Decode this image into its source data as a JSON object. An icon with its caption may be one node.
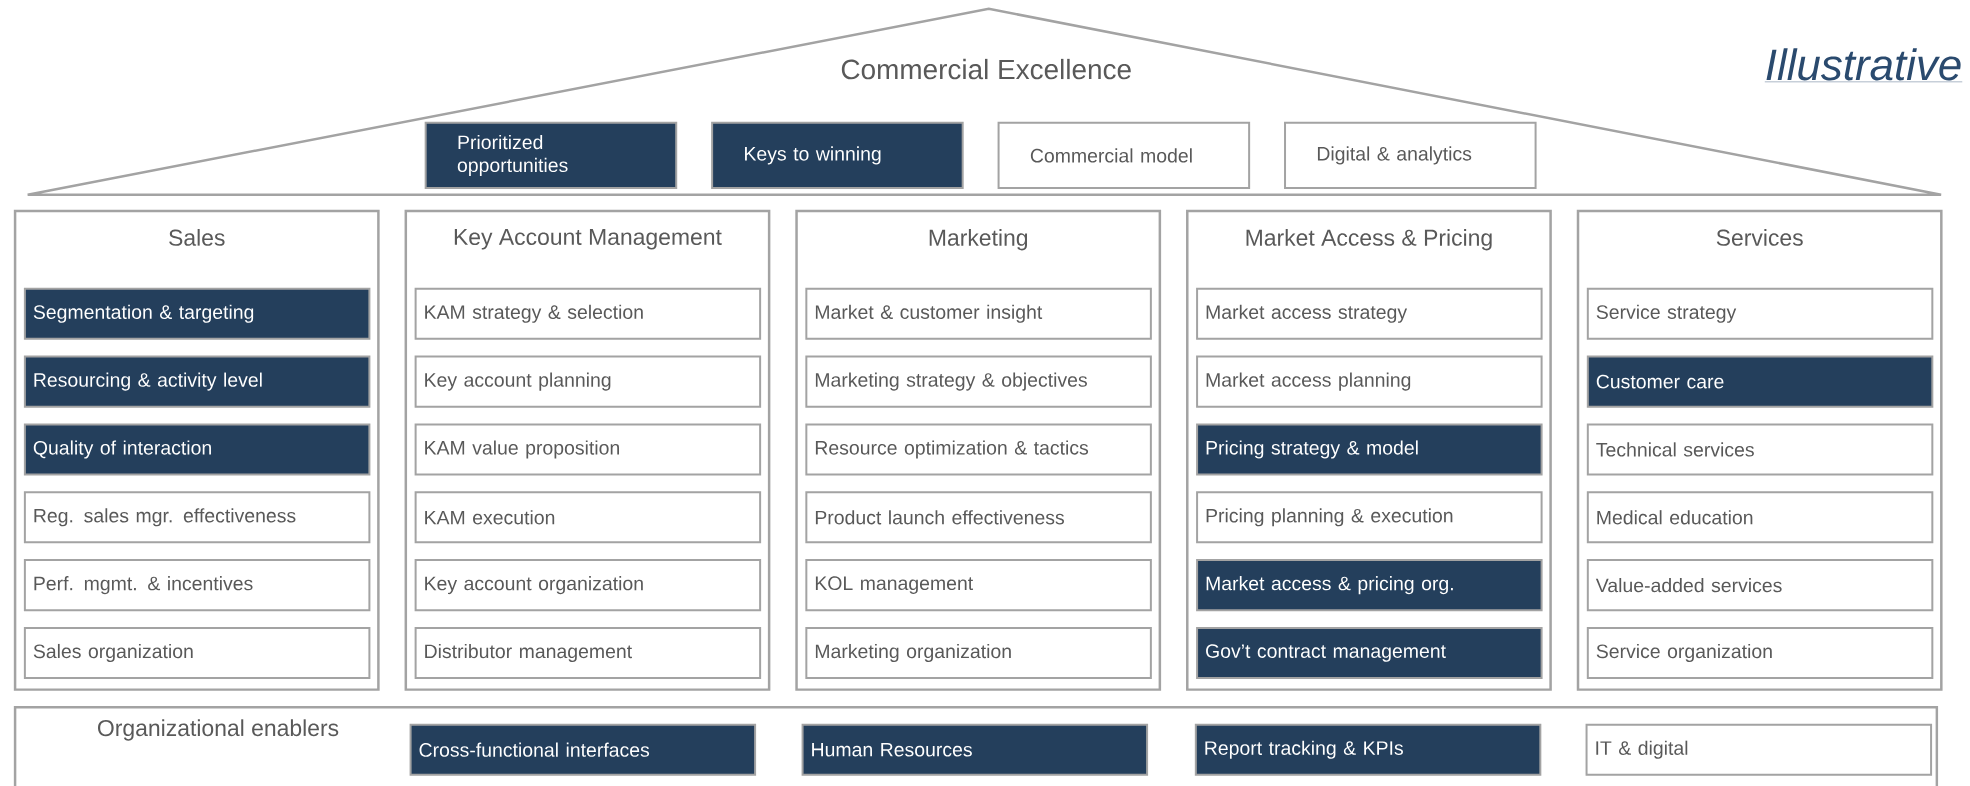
{
  "diagram": {
    "nodes": [
      {
        "text": [
          "Commercial Excellence"
        ]
      },
      {
        "text": [
          "Prioritized opportunities"
        ],
        "in": 0
      },
      {
        "text": [
          "Keys to winning"
        ],
        "in": 0
      },
      {
        "text": [
          "Commercial model"
        ],
        "in": 0
      },
      {
        "text": [
          "Digital & analytics"
        ],
        "in": 0
      },
      {
        "text": [
          "Sales"
        ]
      },
      {
        "text": [
          "Segmentation & targeting"
        ],
        "in": 5
      },
      {
        "text": [
          "Resourcing & activity level"
        ],
        "in": 5
      },
      {
        "text": [
          "Quality of interaction"
        ],
        "in": 5
      },
      {
        "text": [
          "Reg. sales mgr. effectiveness"
        ],
        "in": 5
      },
      {
        "text": [
          "Perf. mgmt. &  incentives"
        ],
        "in": 5
      },
      {
        "text": [
          "Sales organization"
        ],
        "in": 5
      },
      {
        "text": [
          "Key Account Management"
        ]
      },
      {
        "text": [
          "KAM strategy & selection"
        ],
        "in": 12
      },
      {
        "text": [
          "Key account planning"
        ],
        "in": 12
      },
      {
        "text": [
          "KAM value proposition"
        ],
        "in": 12
      },
      {
        "text": [
          "KAM execution"
        ],
        "in": 12
      },
      {
        "text": [
          "Key account organization"
        ],
        "in": 12
      },
      {
        "text": [
          "Distributor management"
        ],
        "in": 12
      },
      {
        "text": [
          "Marketing"
        ]
      },
      {
        "text": [
          "Market & customer insight"
        ],
        "in": 19
      },
      {
        "text": [
          "Marketing strategy & objectives"
        ],
        "in": 19
      },
      {
        "text": [
          "Resource optimization & tactics"
        ],
        "in": 19
      },
      {
        "text": [
          "Product launch effectiveness"
        ],
        "in": 19
      },
      {
        "text": [
          "KOL management"
        ],
        "in": 19
      },
      {
        "text": [
          "Marketing organization"
        ],
        "in": 19
      },
      {
        "text": [
          "Market Access & Pricing"
        ]
      },
      {
        "text": [
          "Market access strategy"
        ],
        "in": 26
      },
      {
        "text": [
          "Market access planning"
        ],
        "in": 26
      },
      {
        "text": [
          "Pricing strategy & model"
        ],
        "in": 26
      },
      {
        "text": [
          "Pricing planning & execution"
        ],
        "in": 26
      },
      {
        "text": [
          "Market access & pricing org."
        ],
        "in": 26
      },
      {
        "text": [
          "Gov’t contract management"
        ],
        "in": 26
      },
      {
        "text": [
          "Services"
        ]
      },
      {
        "text": [
          "Service strategy"
        ],
        "in": 33
      },
      {
        "text": [
          "Customer care"
        ],
        "in": 33
      },
      {
        "text": [
          "Technical services"
        ],
        "in": 33
      },
      {
        "text": [
          "Medical education"
        ],
        "in": 33
      },
      {
        "text": [
          "Value-added services"
        ],
        "in": 33
      },
      {
        "text": [
          "Service organization"
        ],
        "in": 33
      },
      {
        "text": [
          "Organizational enablers"
        ]
      },
      {
        "text": [
          "Cross-functional interfaces"
        ],
        "in": 40
      },
      {
        "text": [
          "Human Resources"
        ],
        "in": 40
      },
      {
        "text": [
          "Report tracking & KPIs"
        ],
        "in": 40
      },
      {
        "text": [
          "IT & digital"
        ],
        "in": 40
      }
    ],
    "labels": [
      "Illustrative"
    ]
  }
}
